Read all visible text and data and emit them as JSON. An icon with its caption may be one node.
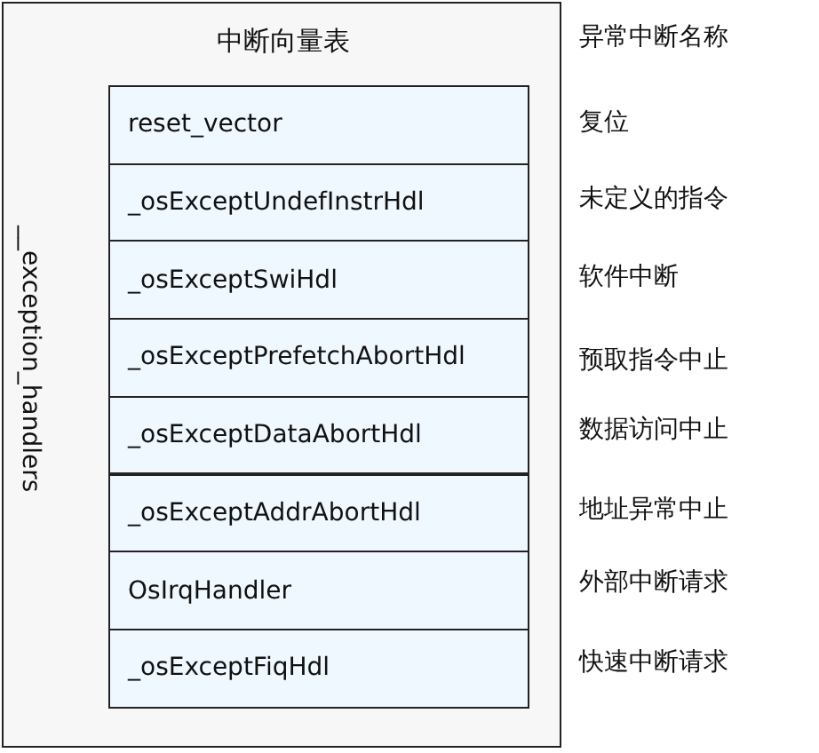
{
  "diagram": {
    "nodes": [
      {
        "text": [
          "中断向量表",
          "__exception_handlers"
        ]
      },
      {
        "text": [
          "reset_vector"
        ],
        "in": 0
      },
      {
        "text": [
          "_osExceptUndefInstrHdl"
        ],
        "in": 0
      },
      {
        "text": [
          "_osExceptSwiHdl"
        ],
        "in": 0
      },
      {
        "text": [
          "_osExceptPrefetchAbortHdl"
        ],
        "in": 0
      },
      {
        "text": [
          "_osExceptDataAbortHdl"
        ],
        "in": 0
      },
      {
        "text": [
          "_osExceptAddrAbortHdl"
        ],
        "in": 0
      },
      {
        "text": [
          "OsIrqHandler"
        ],
        "in": 0
      },
      {
        "text": [
          "_osExceptFiqHdl"
        ],
        "in": 0
      }
    ],
    "edges": [],
    "labels": [
      "异常中断名称",
      "复位",
      "未定义的指令",
      "软件中断",
      "预取指令中止",
      "数据访问中止",
      "地址异常中止",
      "外部中断请求",
      "快速中断请求"
    ]
  }
}
